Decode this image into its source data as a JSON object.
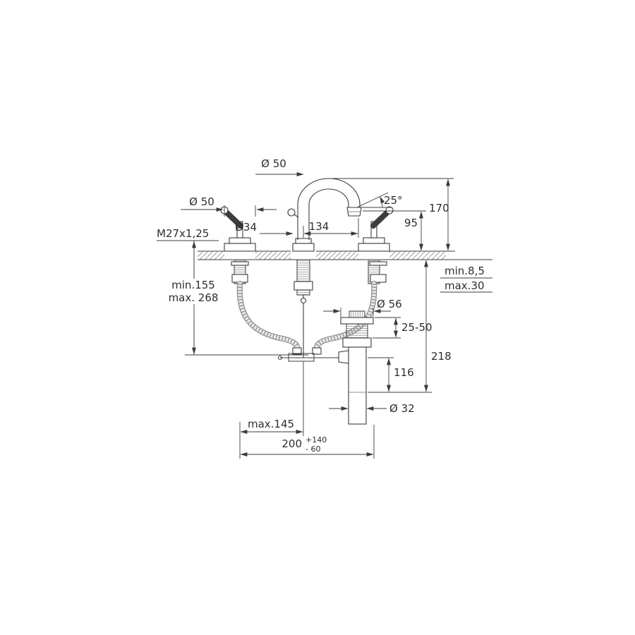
{
  "drawing": {
    "background": "#ffffff",
    "line_color": "#3c3c3c",
    "labels": {
      "spout_radius": "Ø 50",
      "handle_diameter": "Ø 50",
      "spout_angle": "25°",
      "height_total": "170",
      "height_outlet": "95",
      "hole_diameter": "Ø34",
      "spout_projection": "134",
      "thread_spec": "M27x1,25",
      "hose_min": "min.155",
      "hose_max": "max. 268",
      "deck_min": "min.8,5",
      "deck_max": "max.30",
      "waste_flange_diameter": "Ø 56",
      "waste_adjust_range": "25-50",
      "waste_depth": "218",
      "tailpipe_length": "116",
      "tailpipe_diameter": "Ø 32",
      "rod_reach_max": "max.145",
      "hole_spacing": "200",
      "hole_spacing_tol_plus": "+140",
      "hole_spacing_tol_minus": "- 60"
    }
  }
}
